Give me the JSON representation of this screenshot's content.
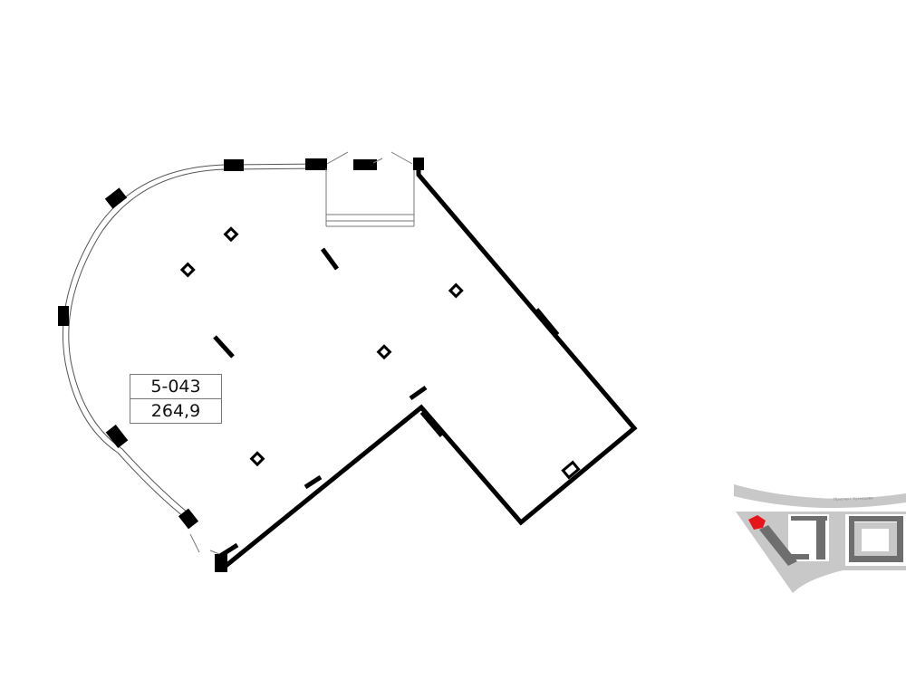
{
  "unit": {
    "number": "5-043",
    "area": "264,9"
  },
  "minimap": {
    "street_label": "Проспект Кузнецова",
    "highlight_color": "#e8141b"
  },
  "colors": {
    "wall": "#000000",
    "map_gray": "#c8c8c8",
    "map_dark": "#6e6e6e"
  }
}
